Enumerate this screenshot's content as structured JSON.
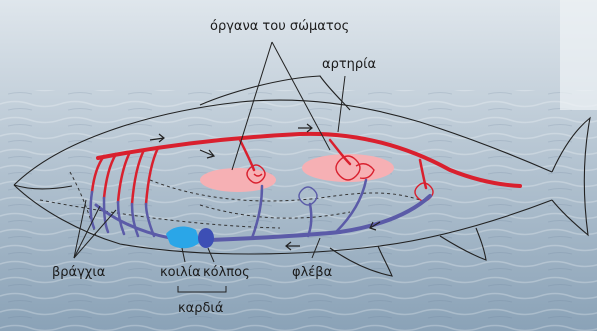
{
  "labels": {
    "body_organs": "όργανα του σώματος",
    "artery": "αρτηρία",
    "gills": "βράγχια",
    "ventricle": "κοιλία",
    "atrium": "κόλπος",
    "vein": "φλέβα",
    "heart": "καρδιά"
  },
  "colors": {
    "oxygenated_blood": "#d9202e",
    "deoxygenated_blood": "#5b5ba8",
    "ventricle": "#2aa6e8",
    "atrium": "#3d4fb5",
    "organ_tissue": "#f6b0b4",
    "fish_outline": "#222222",
    "water": "#9fb3c5"
  }
}
